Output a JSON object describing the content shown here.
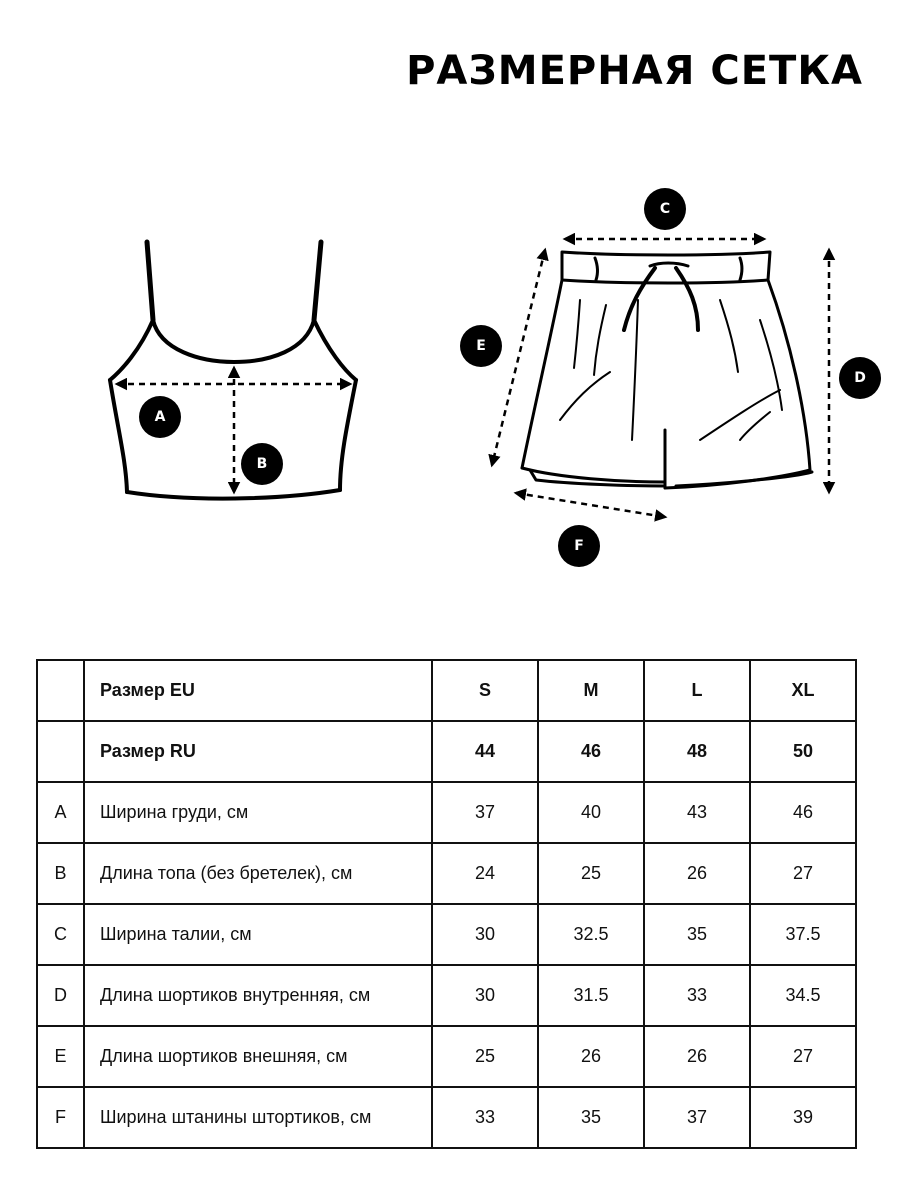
{
  "title": "РАЗМЕРНАЯ СЕТКА",
  "markers": {
    "a": "A",
    "b": "B",
    "c": "C",
    "d": "D",
    "e": "E",
    "f": "F"
  },
  "table": {
    "header_rows": [
      {
        "code": "",
        "label": "Размер EU",
        "values": [
          "S",
          "M",
          "L",
          "XL"
        ]
      },
      {
        "code": "",
        "label": "Размер RU",
        "values": [
          "44",
          "46",
          "48",
          "50"
        ]
      }
    ],
    "rows": [
      {
        "code": "A",
        "label": "Ширина груди, см",
        "values": [
          "37",
          "40",
          "43",
          "46"
        ]
      },
      {
        "code": "B",
        "label": "Длина топа (без бретелек), см",
        "values": [
          "24",
          "25",
          "26",
          "27"
        ]
      },
      {
        "code": "C",
        "label": "Ширина талии, см",
        "values": [
          "30",
          "32.5",
          "35",
          "37.5"
        ]
      },
      {
        "code": "D",
        "label": "Длина шортиков внутренняя, см",
        "values": [
          "30",
          "31.5",
          "33",
          "34.5"
        ]
      },
      {
        "code": "E",
        "label": "Длина шортиков внешняя, см",
        "values": [
          "25",
          "26",
          "26",
          "27"
        ]
      },
      {
        "code": "F",
        "label": "Ширина штанины штортиков, см",
        "values": [
          "33",
          "35",
          "37",
          "39"
        ]
      }
    ]
  }
}
